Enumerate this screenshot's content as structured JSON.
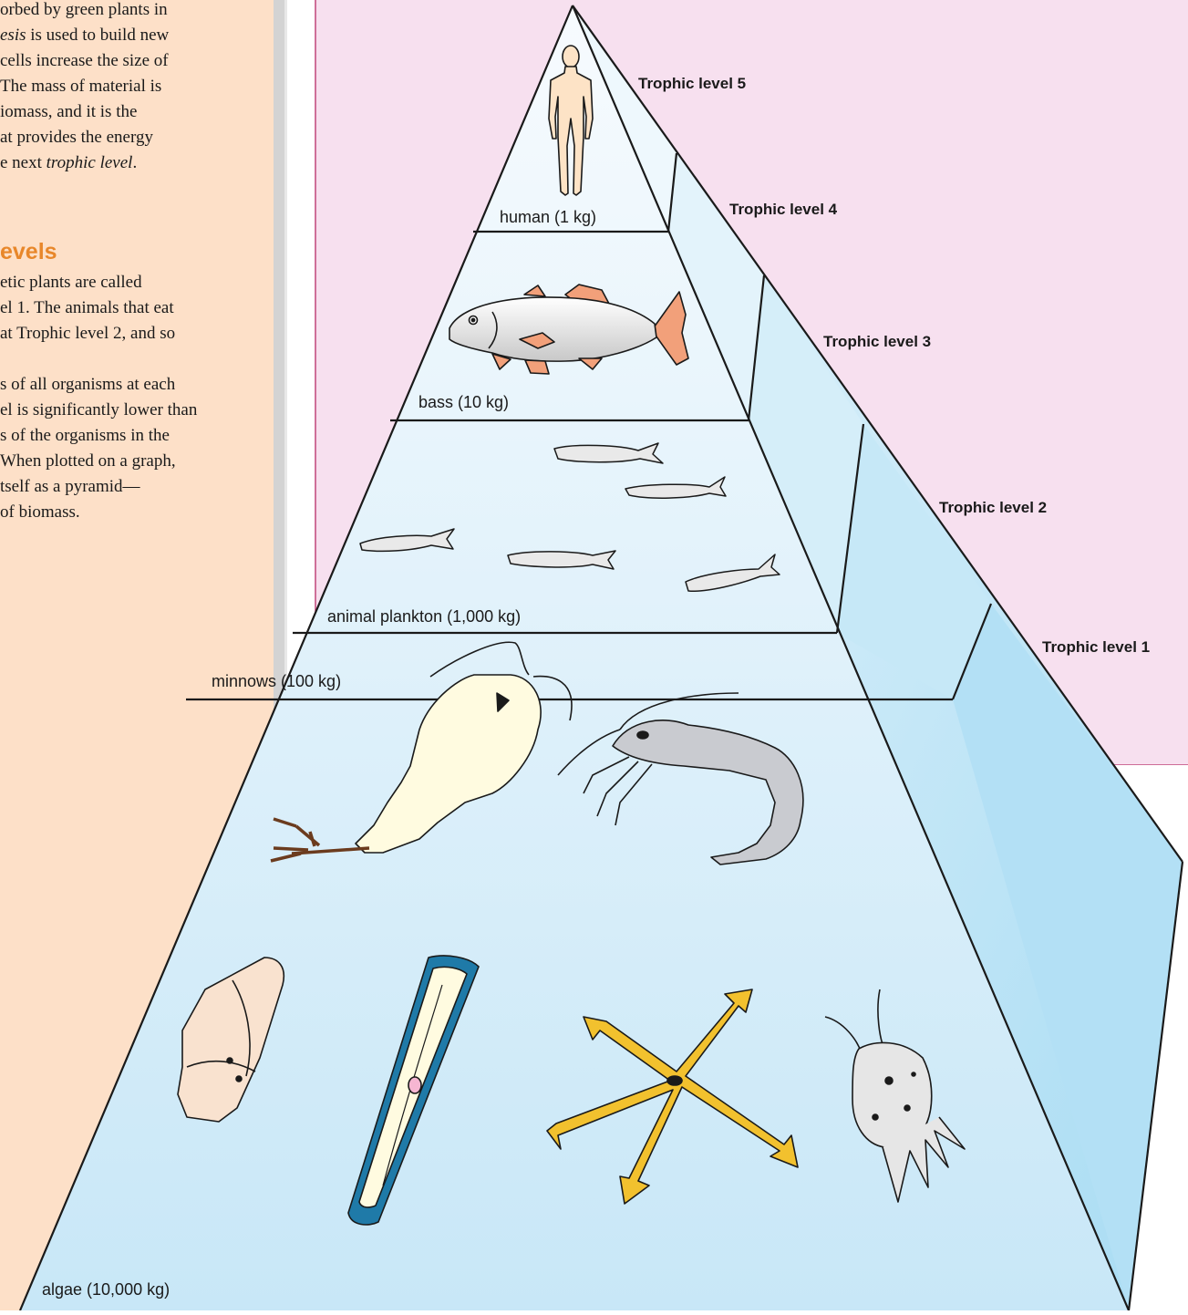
{
  "sidebar": {
    "intro_lines": [
      {
        "pre": "orbed by green plants in",
        "em": "",
        "post": ""
      },
      {
        "pre": "",
        "em": "esis",
        "post": " is used to build new"
      },
      {
        "pre": " cells increase the size of",
        "em": "",
        "post": ""
      },
      {
        "pre": "The mass of material is",
        "em": "",
        "post": ""
      },
      {
        "pre": "iomass, and it is the",
        "em": "",
        "post": ""
      },
      {
        "pre": "at provides the energy",
        "em": "",
        "post": ""
      },
      {
        "pre": "e next ",
        "em": "trophic level",
        "post": "."
      }
    ],
    "heading": "evels",
    "body_lines": [
      "etic plants are called",
      "el 1. The animals that eat",
      "at Trophic level 2, and so",
      "",
      "s of all organisms at each",
      "el is significantly lower than",
      "s of the organisms in the",
      " When plotted on a graph,",
      "tself as a pyramid—",
      "of biomass."
    ]
  },
  "pyramid": {
    "levels": [
      {
        "id": "5",
        "title": "Trophic level 5",
        "organism_label": "human (1 kg)"
      },
      {
        "id": "4",
        "title": "Trophic level 4",
        "organism_label": "bass (10 kg)"
      },
      {
        "id": "3",
        "title": "Trophic level 3",
        "organism_label": "animal plankton (1,000 kg)"
      },
      {
        "id": "2",
        "title": "Trophic level 2",
        "organism_label": "minnows (100 kg)"
      },
      {
        "id": "1",
        "title": "Trophic level 1",
        "organism_label": "algae (10,000 kg)"
      }
    ]
  },
  "colors": {
    "sidebar_bg": "#fde0c8",
    "sidebar_edge": "#c9c9c9",
    "panel_bg": "#f7e0ef",
    "panel_border": "#c0457a",
    "pyramid_front": "#dcf0fa",
    "pyramid_side": "#bfe3f5",
    "heading": "#e8872a"
  }
}
